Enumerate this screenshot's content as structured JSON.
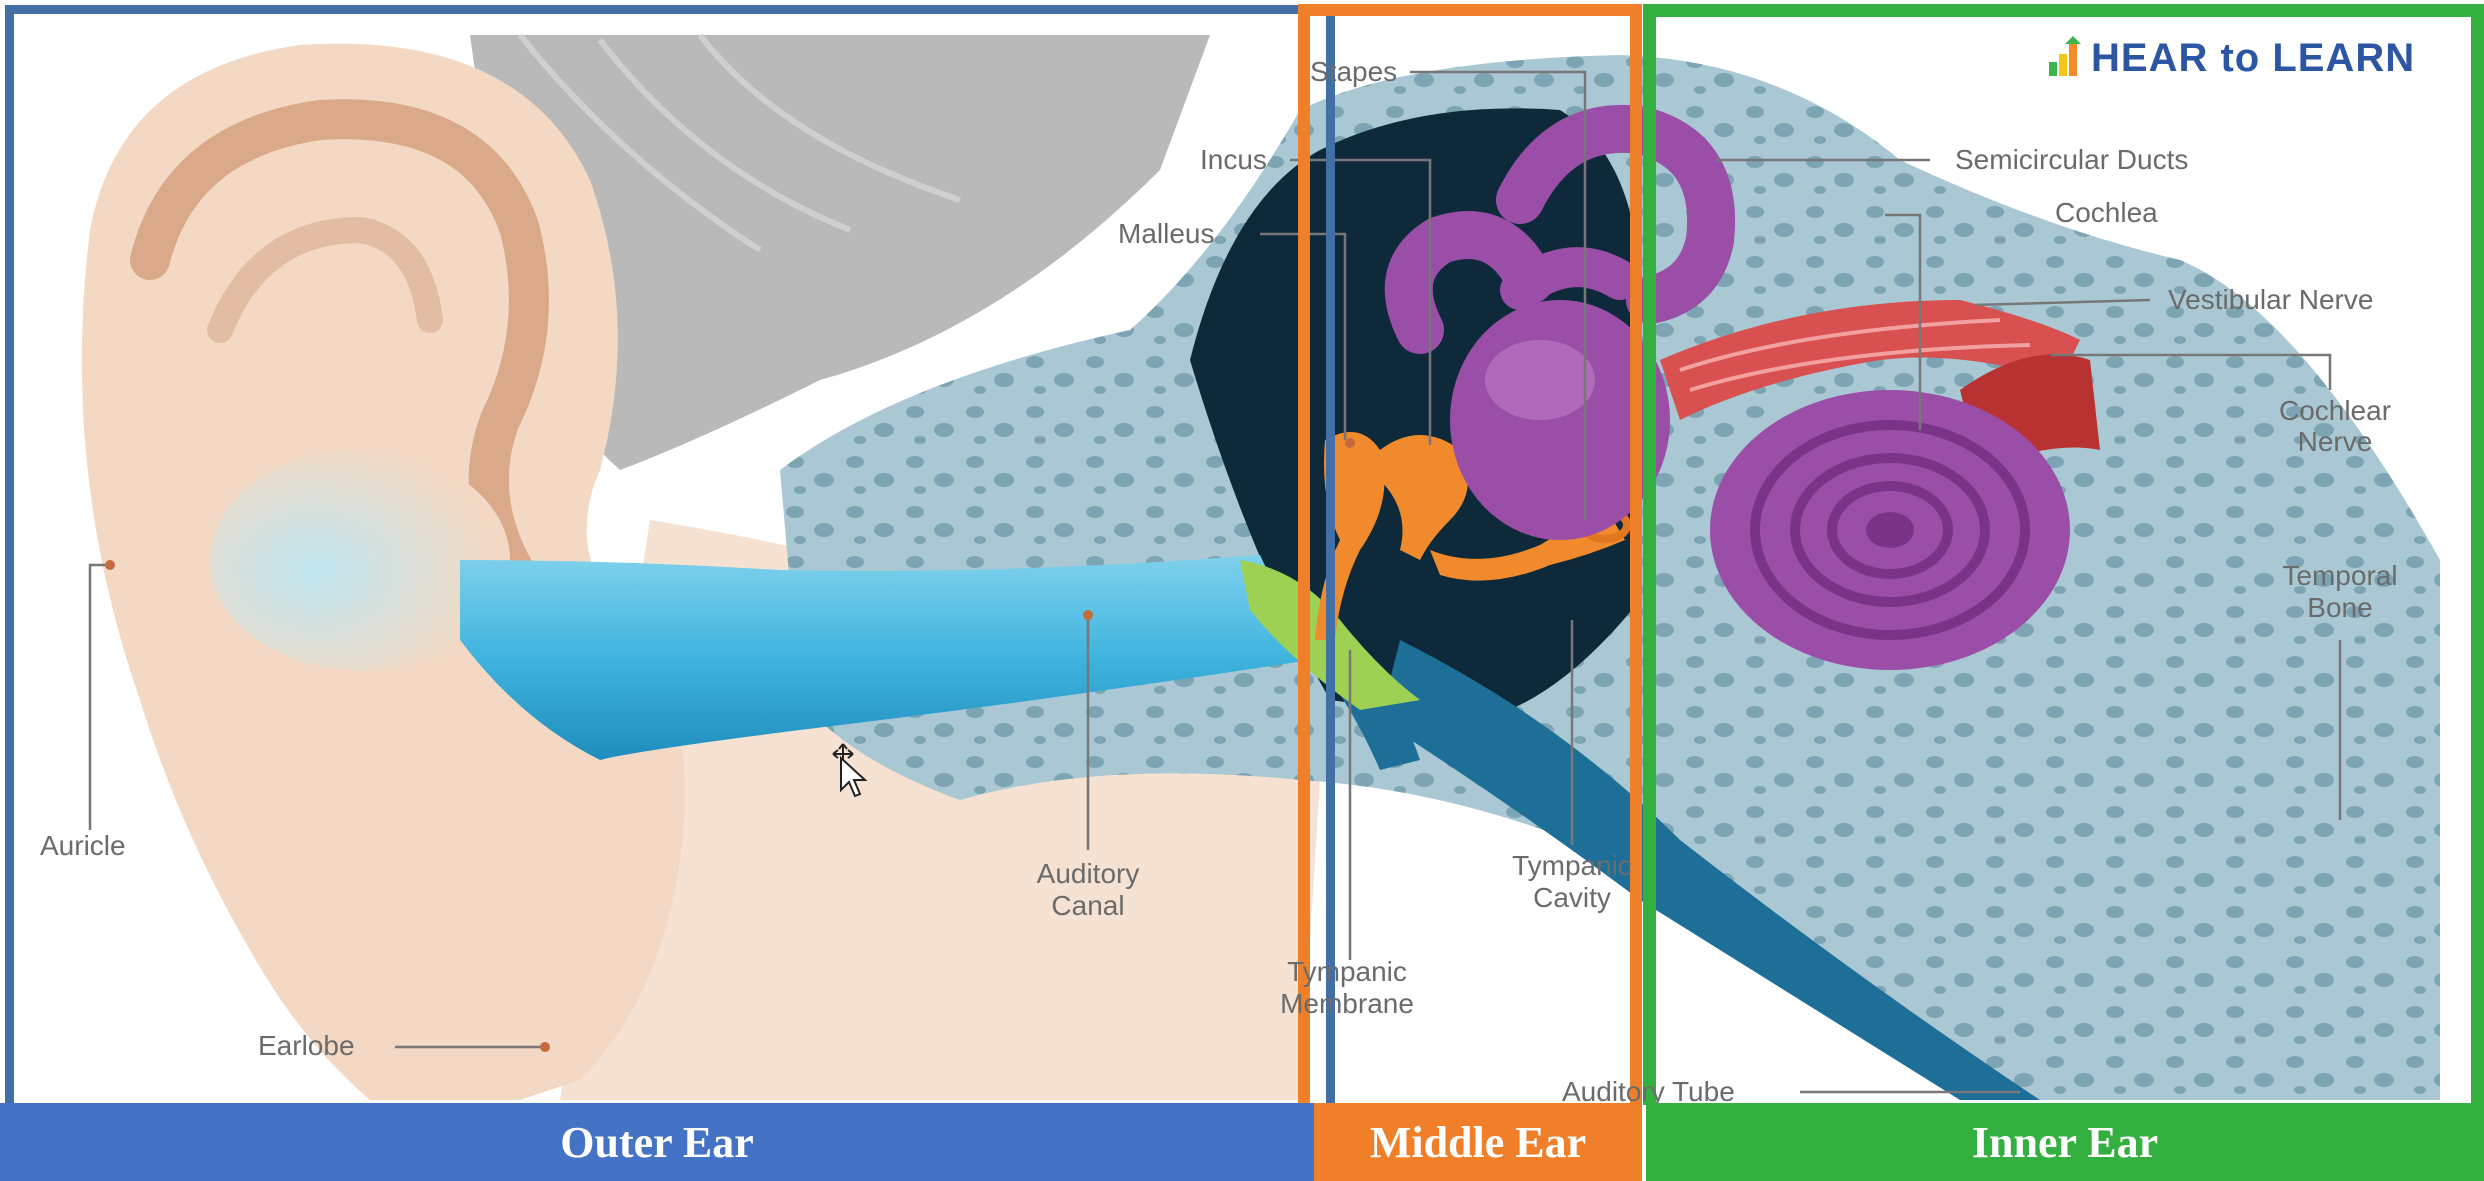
{
  "brand": {
    "logo_text": "HEAR to LEARN",
    "colors": {
      "text": "#2c56a3",
      "bar1": "#f28c28",
      "bar2": "#3cb54a",
      "bar3": "#2c56a3",
      "bar4": "#f5c518"
    }
  },
  "sections": {
    "outer": {
      "label": "Outer Ear",
      "color": "#4472c4",
      "frame_color": "#426fa6"
    },
    "middle": {
      "label": "Middle Ear",
      "color": "#f07f2a",
      "frame_color": "#f07f2a"
    },
    "inner": {
      "label": "Inner Ear",
      "color": "#34b040",
      "frame_color": "#34b040"
    }
  },
  "labels": {
    "stapes": "Stapes",
    "incus": "Incus",
    "malleus": "Malleus",
    "semicircular_ducts": "Semicircular Ducts",
    "cochlea": "Cochlea",
    "vestibular_nerve": "Vestibular Nerve",
    "cochlear_nerve_1": "Cochlear",
    "cochlear_nerve_2": "Nerve",
    "temporal_bone_1": "Temporal",
    "temporal_bone_2": "Bone",
    "auricle": "Auricle",
    "auditory_canal_1": "Auditory",
    "auditory_canal_2": "Canal",
    "tympanic_cavity_1": "Tympanic",
    "tympanic_cavity_2": "Cavity",
    "tympanic_membrane_1": "Tympanic",
    "tympanic_membrane_2": "Membrane",
    "earlobe": "Earlobe",
    "auditory_tube": "Auditory Tube"
  },
  "colors": {
    "skin": "#f3d9c3",
    "skin_dark": "#d9a98a",
    "bone": "#a9c8d3",
    "canal": "#33a8d6",
    "inner_organ": "#9b4ea8",
    "ossicle": "#f08a2c",
    "nerve": "#d8504f",
    "eardrum": "#9ed153",
    "hair": "#9a9a9a"
  },
  "cursor": {
    "icon": "move-cursor-icon"
  }
}
